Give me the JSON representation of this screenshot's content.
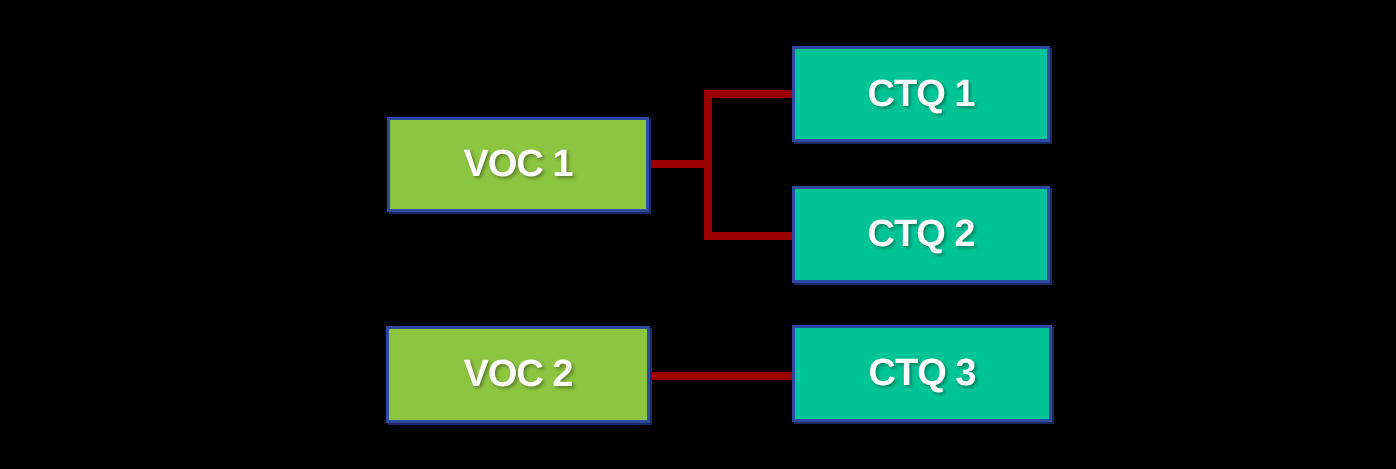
{
  "diagram": {
    "type": "tree",
    "nodes": [
      {
        "id": "voc1",
        "label": "VOC 1",
        "group": "voc"
      },
      {
        "id": "ctq1",
        "label": "CTQ 1",
        "group": "ctq"
      },
      {
        "id": "ctq2",
        "label": "CTQ 2",
        "group": "ctq"
      },
      {
        "id": "voc2",
        "label": "VOC 2",
        "group": "voc"
      },
      {
        "id": "ctq3",
        "label": "CTQ 3",
        "group": "ctq"
      }
    ],
    "edges": [
      {
        "from": "VOC 1",
        "to": "CTQ 1"
      },
      {
        "from": "VOC 1",
        "to": "CTQ 2"
      },
      {
        "from": "VOC 2",
        "to": "CTQ 3"
      }
    ]
  },
  "colors": {
    "background": "#000000",
    "voc_fill": "#8CC540",
    "ctq_fill": "#00C495",
    "node_border": "#2E4AA0",
    "node_border_shadow": "#1B2A66",
    "connector": "#9A0000",
    "label_text": "#FFFFFF"
  }
}
